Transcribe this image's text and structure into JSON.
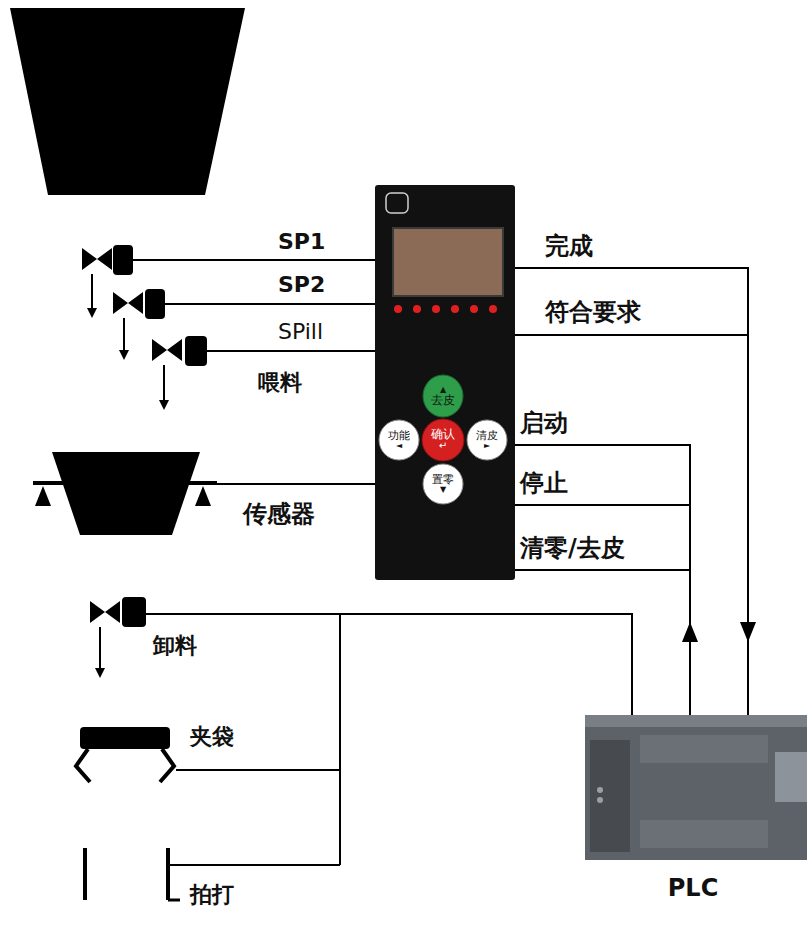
{
  "diagram": {
    "nodes": [
      {
        "text": [
          "▲",
          "去皮"
        ]
      },
      {
        "text": [
          "功能",
          "◄"
        ]
      },
      {
        "text": [
          "确认",
          "↵"
        ]
      },
      {
        "text": [
          "清皮",
          "►"
        ]
      },
      {
        "text": [
          "置零",
          "▼"
        ]
      },
      {
        "text": [
          "PLC"
        ]
      }
    ],
    "labels": [
      "SP1",
      "SP2",
      "SPill",
      "喂料",
      "传感器",
      "卸料",
      "夹袋",
      "拍打",
      "完成",
      "符合要求",
      "启动",
      "停止",
      "清零/去皮"
    ]
  }
}
